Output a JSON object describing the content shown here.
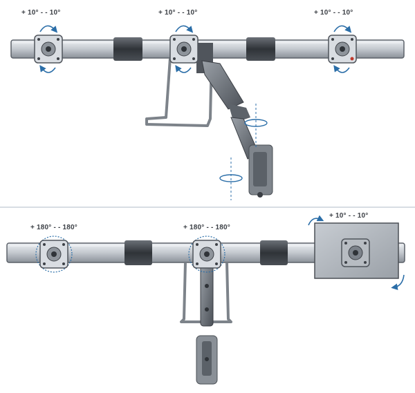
{
  "colors": {
    "bar": "#c9ced4",
    "bar_edge": "#5b6169",
    "grip": "#3c4148",
    "arm": "#6a7078",
    "arrow": "#2b6ea8",
    "accent": "#c0392b"
  },
  "top_view": {
    "tilt_labels": [
      "+ 10° - - 10°",
      "+ 10° - - 10°",
      "+ 10° - - 10°"
    ]
  },
  "bottom_view": {
    "rotation_labels": [
      "+ 180° - - 180°",
      "+ 180° - - 180°"
    ],
    "tilt_label": "+ 10° - - 10°"
  },
  "icons": [
    "rotate-arrow-icon",
    "swivel-arrow-icon",
    "vesa-plate-icon"
  ]
}
